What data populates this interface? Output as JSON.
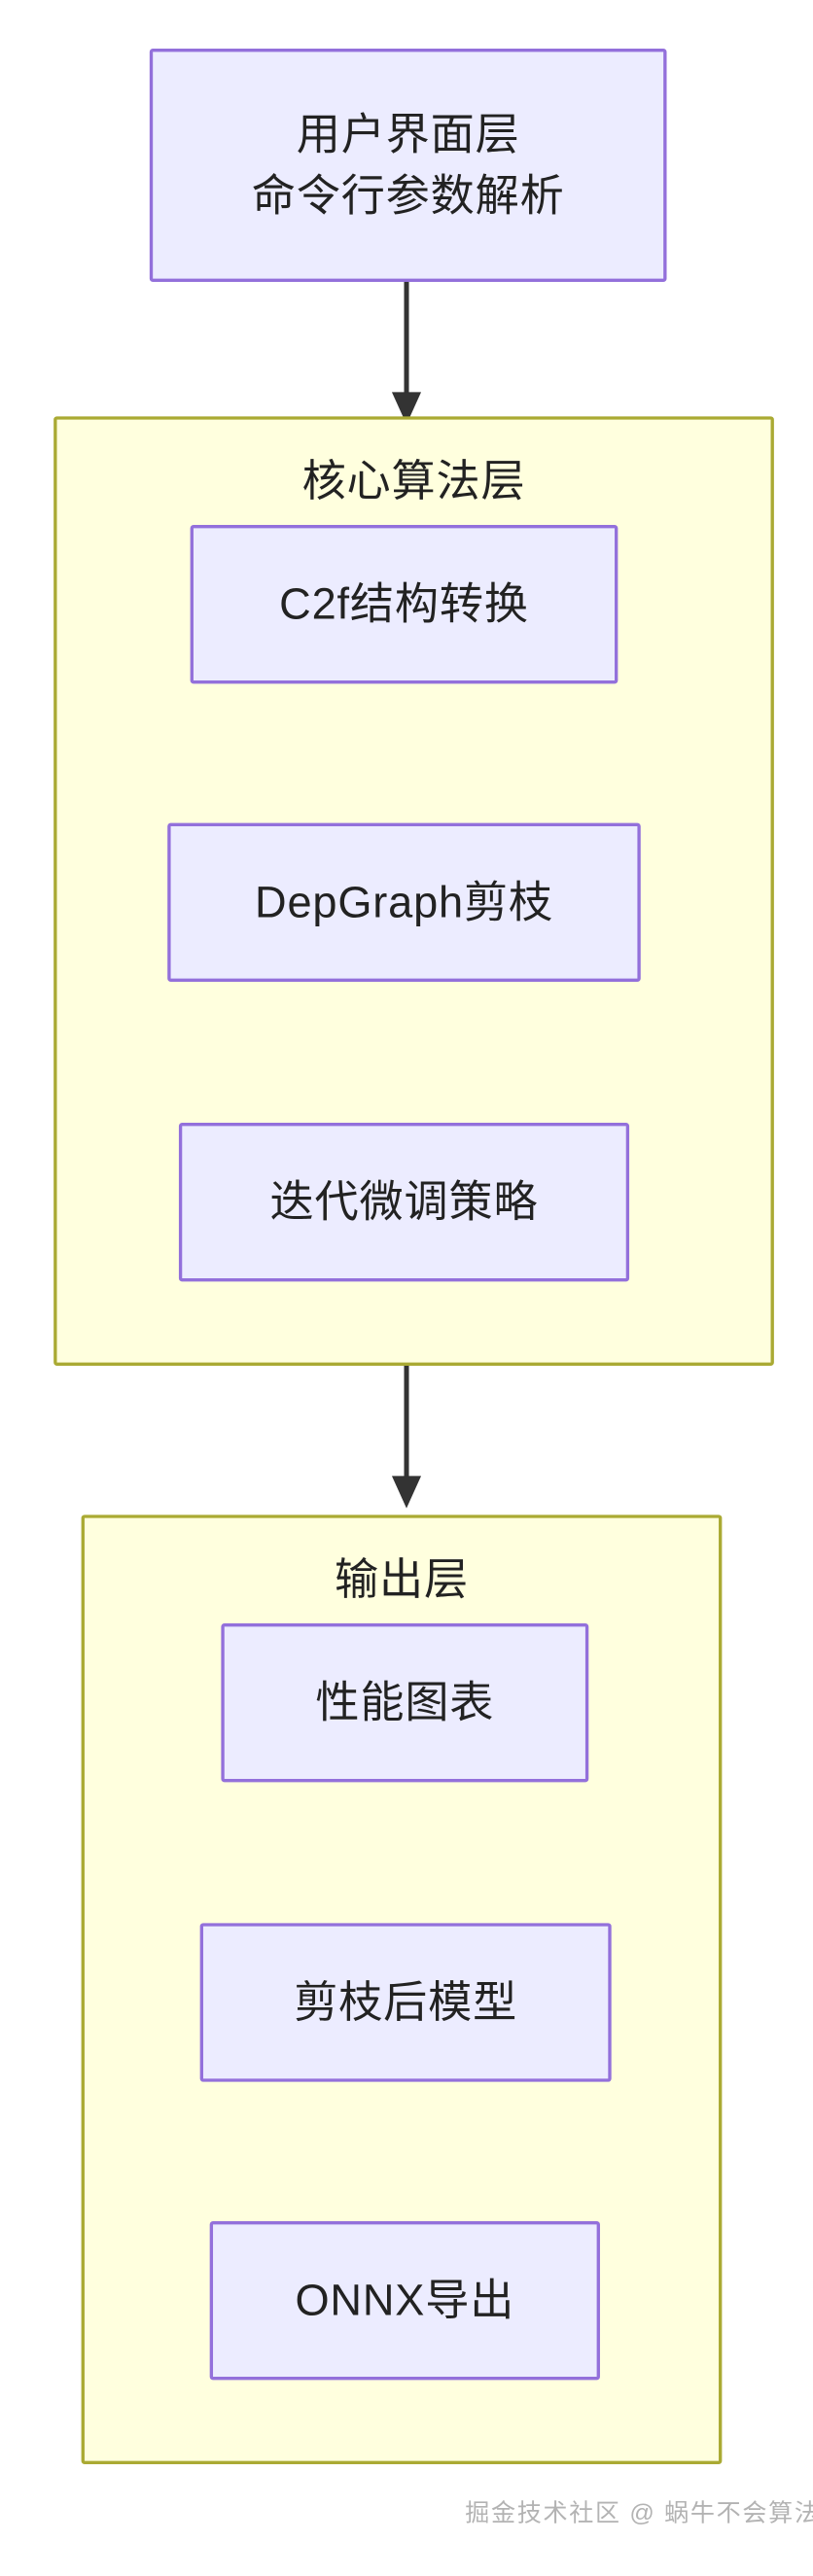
{
  "diagram": {
    "type": "flowchart",
    "direction": "top-to-bottom",
    "colors": {
      "node_fill": "#ececff",
      "node_border": "#9370db",
      "subgraph_fill": "#ffffde",
      "subgraph_border": "#aaaa33",
      "edge": "#333333",
      "text": "#222222",
      "watermark_text": "#b3b3b3",
      "background": "#ffffff"
    },
    "nodes": {
      "ui_layer": {
        "line1": "用户界面层",
        "line2": "命令行参数解析",
        "text": "用户界面层\n命令行参数解析"
      },
      "c2f": {
        "text": "C2f结构转换"
      },
      "depgraph": {
        "text": "DepGraph剪枝"
      },
      "finetune": {
        "text": "迭代微调策略"
      },
      "perf_chart": {
        "text": "性能图表"
      },
      "pruned_model": {
        "text": "剪枝后模型"
      },
      "onnx_export": {
        "text": "ONNX导出"
      }
    },
    "subgraphs": {
      "core_algorithm": {
        "title": "核心算法层"
      },
      "output": {
        "title": "输出层"
      }
    },
    "edges": [
      {
        "from": "用户界面层",
        "to": "核心算法层",
        "style": "arrow"
      },
      {
        "from": "核心算法层",
        "to": "输出层",
        "style": "arrow"
      }
    ]
  },
  "footer": {
    "watermark": "掘金技术社区 @ 蜗牛不会算法"
  }
}
